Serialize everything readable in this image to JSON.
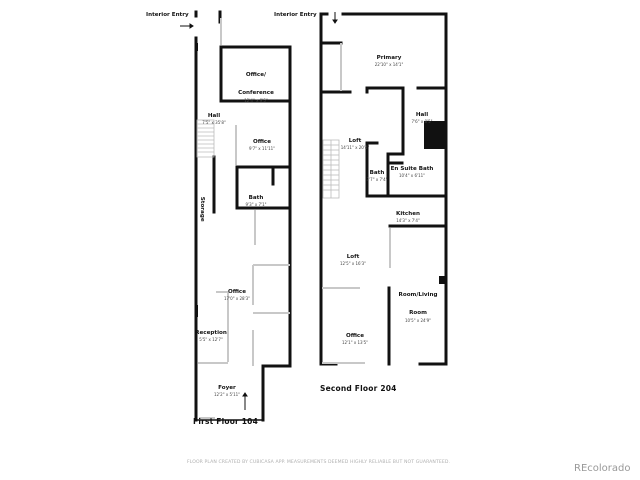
{
  "floor_plans": [
    {
      "title": "First Floor 104",
      "entry_label": "Interior Entry",
      "rooms": [
        {
          "name": "Office/ Conference",
          "name_line1": "Office/",
          "name_line2": "Conference",
          "dimensions": "12'4\" x 9'5\""
        },
        {
          "name": "Hall",
          "dimensions": "7'5\" x 35'8\""
        },
        {
          "name": "Office",
          "dimensions": "9'7\" x 11'11\""
        },
        {
          "name": "Bath",
          "dimensions": "9'3\" x 7'1\""
        },
        {
          "name": "Storage",
          "dimensions": ""
        },
        {
          "name": "Office",
          "dimensions": "17'0\" x 28'3\""
        },
        {
          "name": "Reception",
          "dimensions": "5'5\" x 12'7\""
        },
        {
          "name": "Foyer",
          "dimensions": "12'2\" x 5'11\""
        }
      ]
    },
    {
      "title": "Second Floor 204",
      "entry_label": "Interior Entry",
      "rooms": [
        {
          "name": "Primary",
          "dimensions": "22'10\" x 14'1\""
        },
        {
          "name": "Hall",
          "dimensions": "7'6\" x 8'5\""
        },
        {
          "name": "Loft",
          "dimensions": "14'11\" x 20'4\""
        },
        {
          "name": "Bath",
          "dimensions": "3'7\" x 7'4\""
        },
        {
          "name": "En Suite Bath",
          "dimensions": "10'4\" x 6'11\""
        },
        {
          "name": "Kitchen",
          "dimensions": "14'3\" x 7'4\""
        },
        {
          "name": "Loft",
          "dimensions": "12'5\" x 16'3\""
        },
        {
          "name": "Room/Living Room",
          "name_line1": "Room/Living",
          "name_line2": "Room",
          "dimensions": "10'5\" x 24'9\""
        },
        {
          "name": "Office",
          "dimensions": "12'1\" x 13'5\""
        }
      ]
    }
  ],
  "footer": {
    "disclaimer": "FLOOR PLAN CREATED BY CUBICASA APP. MEASUREMENTS DEEMED HIGHLY RELIABLE BUT NOT GUARANTEED.",
    "brand": "REcolorado"
  },
  "colors": {
    "wall": "#111111",
    "partition": "#cccccc",
    "background": "#ffffff",
    "disclaimer_text": "#b0b0b0",
    "brand_text": "#999999"
  }
}
